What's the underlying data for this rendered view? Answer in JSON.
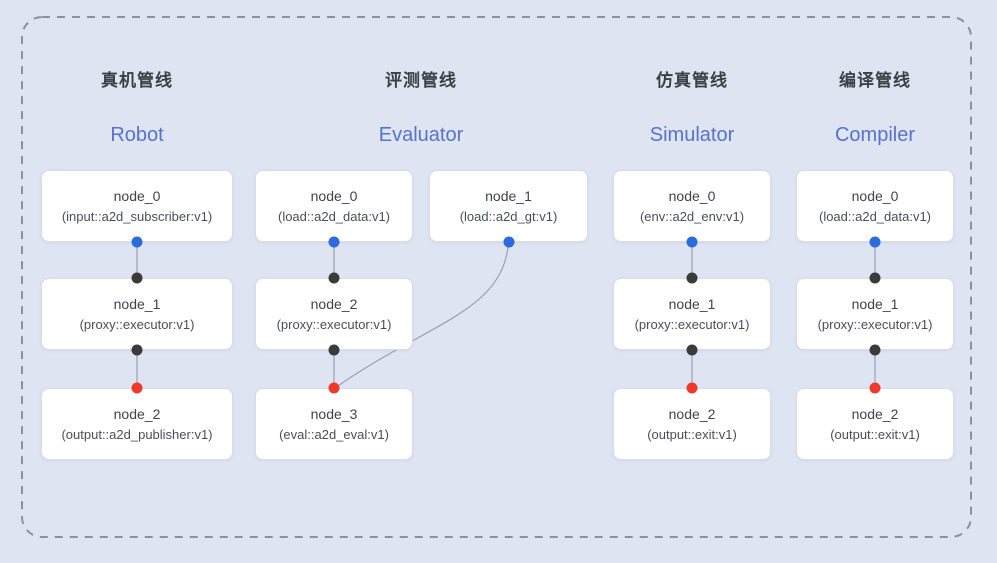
{
  "colors": {
    "background": "#dfe4f3",
    "frame_border": "#8c919d",
    "edge": "#99a1b2",
    "node_bg": "#ffffff",
    "node_border": "#d9dde4",
    "node_text": "#3f434a",
    "node_sub_text": "#4a4e55",
    "title_zh": "#3b4046",
    "title_en": "#5574c9",
    "port_blue": "#2b6bdb",
    "port_dark": "#3b3b3b",
    "port_red": "#ee3a2b"
  },
  "pipelines": [
    {
      "id": "robot",
      "title_zh": "真机管线",
      "title_en": "Robot",
      "nodes": [
        {
          "id": "node_0",
          "label": "node_0",
          "sub": "(input::a2d_subscriber:v1)",
          "ports": {
            "top": null,
            "bottom": "blue"
          }
        },
        {
          "id": "node_1",
          "label": "node_1",
          "sub": "(proxy::executor:v1)",
          "ports": {
            "top": "dark",
            "bottom": "dark"
          }
        },
        {
          "id": "node_2",
          "label": "node_2",
          "sub": "(output::a2d_publisher:v1)",
          "ports": {
            "top": "red",
            "bottom": null
          }
        }
      ],
      "edges": [
        {
          "from": "node_0",
          "to": "node_1",
          "style": "straight"
        },
        {
          "from": "node_1",
          "to": "node_2",
          "style": "straight"
        }
      ]
    },
    {
      "id": "evaluator",
      "title_zh": "评测管线",
      "title_en": "Evaluator",
      "nodes": [
        {
          "id": "node_0",
          "label": "node_0",
          "sub": "(load::a2d_data:v1)",
          "ports": {
            "top": null,
            "bottom": "blue"
          }
        },
        {
          "id": "node_1",
          "label": "node_1",
          "sub": "(load::a2d_gt:v1)",
          "ports": {
            "top": null,
            "bottom": "blue"
          }
        },
        {
          "id": "node_2",
          "label": "node_2",
          "sub": "(proxy::executor:v1)",
          "ports": {
            "top": "dark",
            "bottom": "dark"
          }
        },
        {
          "id": "node_3",
          "label": "node_3",
          "sub": "(eval::a2d_eval:v1)",
          "ports": {
            "top": "red",
            "bottom": null
          }
        }
      ],
      "edges": [
        {
          "from": "node_0",
          "to": "node_2",
          "style": "straight"
        },
        {
          "from": "node_2",
          "to": "node_3",
          "style": "straight"
        },
        {
          "from": "node_1",
          "to": "node_3",
          "style": "curve"
        }
      ]
    },
    {
      "id": "simulator",
      "title_zh": "仿真管线",
      "title_en": "Simulator",
      "nodes": [
        {
          "id": "node_0",
          "label": "node_0",
          "sub": "(env::a2d_env:v1)",
          "ports": {
            "top": null,
            "bottom": "blue"
          }
        },
        {
          "id": "node_1",
          "label": "node_1",
          "sub": "(proxy::executor:v1)",
          "ports": {
            "top": "dark",
            "bottom": "dark"
          }
        },
        {
          "id": "node_2",
          "label": "node_2",
          "sub": "(output::exit:v1)",
          "ports": {
            "top": "red",
            "bottom": null
          }
        }
      ],
      "edges": [
        {
          "from": "node_0",
          "to": "node_1",
          "style": "straight"
        },
        {
          "from": "node_1",
          "to": "node_2",
          "style": "straight"
        }
      ]
    },
    {
      "id": "compiler",
      "title_zh": "编译管线",
      "title_en": "Compiler",
      "nodes": [
        {
          "id": "node_0",
          "label": "node_0",
          "sub": "(load::a2d_data:v1)",
          "ports": {
            "top": null,
            "bottom": "blue"
          }
        },
        {
          "id": "node_1",
          "label": "node_1",
          "sub": "(proxy::executor:v1)",
          "ports": {
            "top": "dark",
            "bottom": "dark"
          }
        },
        {
          "id": "node_2",
          "label": "node_2",
          "sub": "(output::exit:v1)",
          "ports": {
            "top": "red",
            "bottom": null
          }
        }
      ],
      "edges": [
        {
          "from": "node_0",
          "to": "node_1",
          "style": "straight"
        },
        {
          "from": "node_1",
          "to": "node_2",
          "style": "straight"
        }
      ]
    }
  ]
}
